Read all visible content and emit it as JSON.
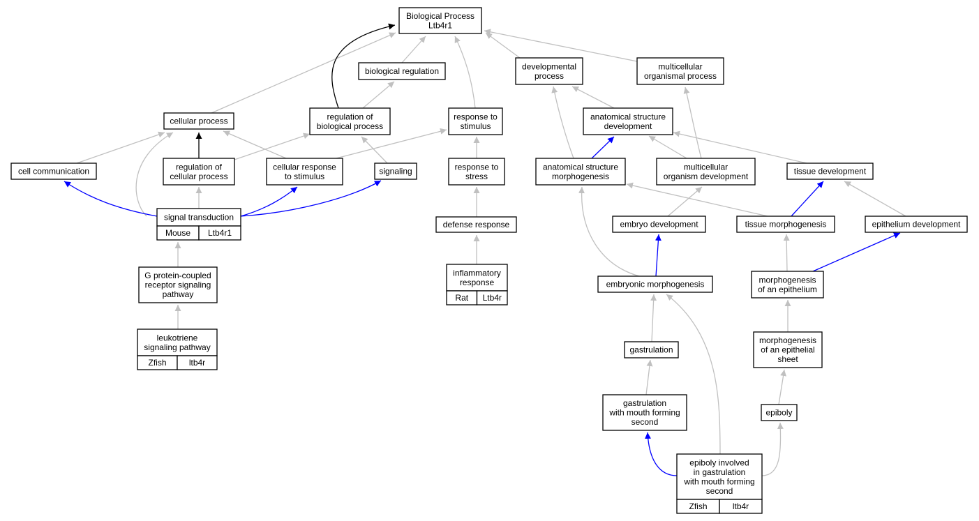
{
  "colors": {
    "edge_default": "#c0c0c0",
    "edge_direct": "#0000ff",
    "edge_root": "#000000",
    "species_mouse": "#add8e6",
    "species_rat": "#ffd700",
    "species_zfish": "#6495ed"
  },
  "nodes": [
    {
      "id": "bp",
      "lines": [
        "Biological Process",
        "Ltb4r1"
      ]
    },
    {
      "id": "biological-regulation",
      "lines": [
        "biological regulation"
      ]
    },
    {
      "id": "developmental-process",
      "lines": [
        "developmental",
        "process"
      ]
    },
    {
      "id": "multicellular-organismal-process",
      "lines": [
        "multicellular",
        "organismal process"
      ]
    },
    {
      "id": "cellular-process",
      "lines": [
        "cellular process"
      ]
    },
    {
      "id": "regulation-of-biological-process",
      "lines": [
        "regulation of",
        "biological process"
      ]
    },
    {
      "id": "response-to-stimulus",
      "lines": [
        "response to",
        "stimulus"
      ]
    },
    {
      "id": "anatomical-structure-development",
      "lines": [
        "anatomical structure",
        "development"
      ]
    },
    {
      "id": "cell-communication",
      "lines": [
        "cell communication"
      ]
    },
    {
      "id": "regulation-of-cellular-process",
      "lines": [
        "regulation of",
        "cellular process"
      ]
    },
    {
      "id": "cellular-response-to-stimulus",
      "lines": [
        "cellular response",
        "to stimulus"
      ]
    },
    {
      "id": "signaling",
      "lines": [
        "signaling"
      ]
    },
    {
      "id": "response-to-stress",
      "lines": [
        "response to",
        "stress"
      ]
    },
    {
      "id": "anatomical-structure-morphogenesis",
      "lines": [
        "anatomical structure",
        "morphogenesis"
      ]
    },
    {
      "id": "multicellular-organism-development",
      "lines": [
        "multicellular",
        "organism development"
      ]
    },
    {
      "id": "tissue-development",
      "lines": [
        "tissue development"
      ]
    },
    {
      "id": "signal-transduction",
      "lines": [
        "signal transduction"
      ],
      "species": "Mouse",
      "gene": "Ltb4r1",
      "color": "#add8e6"
    },
    {
      "id": "defense-response",
      "lines": [
        "defense response"
      ]
    },
    {
      "id": "embryo-development",
      "lines": [
        "embryo development"
      ]
    },
    {
      "id": "tissue-morphogenesis",
      "lines": [
        "tissue morphogenesis"
      ]
    },
    {
      "id": "epithelium-development",
      "lines": [
        "epithelium development"
      ]
    },
    {
      "id": "g-protein-coupled-receptor-signaling-pathway",
      "lines": [
        "G protein-coupled",
        "receptor signaling",
        "pathway"
      ]
    },
    {
      "id": "inflammatory-response",
      "lines": [
        "inflammatory",
        "response"
      ],
      "species": "Rat",
      "gene": "Ltb4r",
      "color": "#ffd700"
    },
    {
      "id": "embryonic-morphogenesis",
      "lines": [
        "embryonic morphogenesis"
      ]
    },
    {
      "id": "morphogenesis-of-an-epithelium",
      "lines": [
        "morphogenesis",
        "of an epithelium"
      ]
    },
    {
      "id": "leukotriene-signaling-pathway",
      "lines": [
        "leukotriene",
        "signaling pathway"
      ],
      "species": "Zfish",
      "gene": "ltb4r",
      "color": "#6495ed"
    },
    {
      "id": "gastrulation",
      "lines": [
        "gastrulation"
      ]
    },
    {
      "id": "morphogenesis-of-an-epithelial-sheet",
      "lines": [
        "morphogenesis",
        "of an epithelial",
        "sheet"
      ]
    },
    {
      "id": "gastrulation-with-mouth-forming-second",
      "lines": [
        "gastrulation",
        "with mouth forming",
        "second"
      ]
    },
    {
      "id": "epiboly",
      "lines": [
        "epiboly"
      ]
    },
    {
      "id": "epiboly-involved-in-gastrulation-with-mouth-forming-second",
      "lines": [
        "epiboly involved",
        "in gastrulation",
        "with mouth forming",
        "second"
      ],
      "species": "Zfish",
      "gene": "ltb4r",
      "color": "#6495ed"
    }
  ],
  "edges": [
    {
      "from": "biological-regulation",
      "to": "bp",
      "kind": "default"
    },
    {
      "from": "developmental-process",
      "to": "bp",
      "kind": "default"
    },
    {
      "from": "multicellular-organismal-process",
      "to": "bp",
      "kind": "default"
    },
    {
      "from": "cellular-process",
      "to": "bp",
      "kind": "default"
    },
    {
      "from": "regulation-of-biological-process",
      "to": "bp",
      "kind": "root"
    },
    {
      "from": "response-to-stimulus",
      "to": "bp",
      "kind": "default"
    },
    {
      "from": "regulation-of-biological-process",
      "to": "biological-regulation",
      "kind": "default"
    },
    {
      "from": "anatomical-structure-development",
      "to": "developmental-process",
      "kind": "default"
    },
    {
      "from": "anatomical-structure-morphogenesis",
      "to": "developmental-process",
      "kind": "default"
    },
    {
      "from": "multicellular-organism-development",
      "to": "multicellular-organismal-process",
      "kind": "default"
    },
    {
      "from": "cell-communication",
      "to": "cellular-process",
      "kind": "default"
    },
    {
      "from": "regulation-of-cellular-process",
      "to": "cellular-process",
      "kind": "root"
    },
    {
      "from": "cellular-response-to-stimulus",
      "to": "cellular-process",
      "kind": "default"
    },
    {
      "from": "signal-transduction",
      "to": "cellular-process",
      "kind": "default"
    },
    {
      "from": "regulation-of-cellular-process",
      "to": "regulation-of-biological-process",
      "kind": "default"
    },
    {
      "from": "signaling",
      "to": "regulation-of-biological-process",
      "kind": "default"
    },
    {
      "from": "cellular-response-to-stimulus",
      "to": "response-to-stimulus",
      "kind": "default"
    },
    {
      "from": "response-to-stress",
      "to": "response-to-stimulus",
      "kind": "default"
    },
    {
      "from": "anatomical-structure-morphogenesis",
      "to": "anatomical-structure-development",
      "kind": "direct"
    },
    {
      "from": "multicellular-organism-development",
      "to": "anatomical-structure-development",
      "kind": "default"
    },
    {
      "from": "tissue-development",
      "to": "anatomical-structure-development",
      "kind": "default"
    },
    {
      "from": "signal-transduction",
      "to": "cell-communication",
      "kind": "direct"
    },
    {
      "from": "signal-transduction",
      "to": "regulation-of-cellular-process",
      "kind": "default"
    },
    {
      "from": "signal-transduction",
      "to": "cellular-response-to-stimulus",
      "kind": "direct"
    },
    {
      "from": "signal-transduction",
      "to": "signaling",
      "kind": "direct"
    },
    {
      "from": "defense-response",
      "to": "response-to-stress",
      "kind": "default"
    },
    {
      "from": "tissue-morphogenesis",
      "to": "anatomical-structure-morphogenesis",
      "kind": "default"
    },
    {
      "from": "embryonic-morphogenesis",
      "to": "anatomical-structure-morphogenesis",
      "kind": "default"
    },
    {
      "from": "embryo-development",
      "to": "multicellular-organism-development",
      "kind": "default"
    },
    {
      "from": "tissue-morphogenesis",
      "to": "tissue-development",
      "kind": "direct"
    },
    {
      "from": "epithelium-development",
      "to": "tissue-development",
      "kind": "default"
    },
    {
      "from": "g-protein-coupled-receptor-signaling-pathway",
      "to": "signal-transduction",
      "kind": "default"
    },
    {
      "from": "inflammatory-response",
      "to": "defense-response",
      "kind": "default"
    },
    {
      "from": "embryonic-morphogenesis",
      "to": "embryo-development",
      "kind": "direct"
    },
    {
      "from": "morphogenesis-of-an-epithelium",
      "to": "tissue-morphogenesis",
      "kind": "default"
    },
    {
      "from": "morphogenesis-of-an-epithelium",
      "to": "epithelium-development",
      "kind": "direct"
    },
    {
      "from": "leukotriene-signaling-pathway",
      "to": "g-protein-coupled-receptor-signaling-pathway",
      "kind": "default"
    },
    {
      "from": "gastrulation",
      "to": "embryonic-morphogenesis",
      "kind": "default"
    },
    {
      "from": "epiboly-involved-in-gastrulation-with-mouth-forming-second",
      "to": "embryonic-morphogenesis",
      "kind": "default"
    },
    {
      "from": "morphogenesis-of-an-epithelial-sheet",
      "to": "morphogenesis-of-an-epithelium",
      "kind": "default"
    },
    {
      "from": "gastrulation-with-mouth-forming-second",
      "to": "gastrulation",
      "kind": "default"
    },
    {
      "from": "epiboly",
      "to": "morphogenesis-of-an-epithelial-sheet",
      "kind": "default"
    },
    {
      "from": "epiboly-involved-in-gastrulation-with-mouth-forming-second",
      "to": "gastrulation-with-mouth-forming-second",
      "kind": "direct"
    },
    {
      "from": "epiboly-involved-in-gastrulation-with-mouth-forming-second",
      "to": "epiboly",
      "kind": "default"
    }
  ]
}
